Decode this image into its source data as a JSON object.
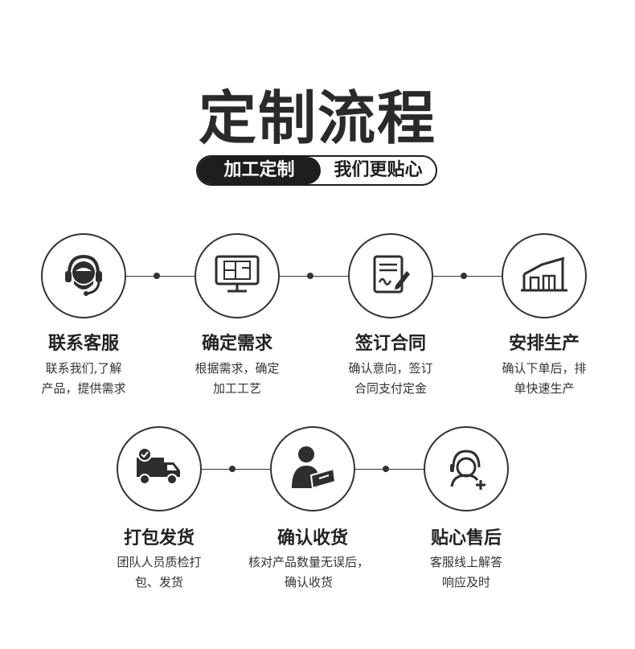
{
  "header": {
    "title": "定制流程",
    "pill_left": "加工定制",
    "pill_right": "我们更贴心"
  },
  "steps": [
    {
      "title": "联系客服",
      "desc_line1": "联系我们,了解",
      "desc_line2": "产品，提供需求",
      "icon": "headset-icon"
    },
    {
      "title": "确定需求",
      "desc_line1": "根据需求，确定",
      "desc_line2": "加工工艺",
      "icon": "monitor-blueprint-icon"
    },
    {
      "title": "签订合同",
      "desc_line1": "确认意向，签订",
      "desc_line2": "合同支付定金",
      "icon": "contract-sign-icon"
    },
    {
      "title": "安排生产",
      "desc_line1": "确认下单后，排",
      "desc_line2": "单快速生产",
      "icon": "factory-icon"
    },
    {
      "title": "打包发货",
      "desc_line1": "团队人员质检打",
      "desc_line2": "包、发货",
      "icon": "delivery-truck-icon"
    },
    {
      "title": "确认收货",
      "desc_line1": "核对产品数量无误后，",
      "desc_line2": "确认收货",
      "icon": "person-signing-icon"
    },
    {
      "title": "贴心售后",
      "desc_line1": "客服线上解答",
      "desc_line2": "响应及时",
      "icon": "support-agent-icon"
    }
  ]
}
